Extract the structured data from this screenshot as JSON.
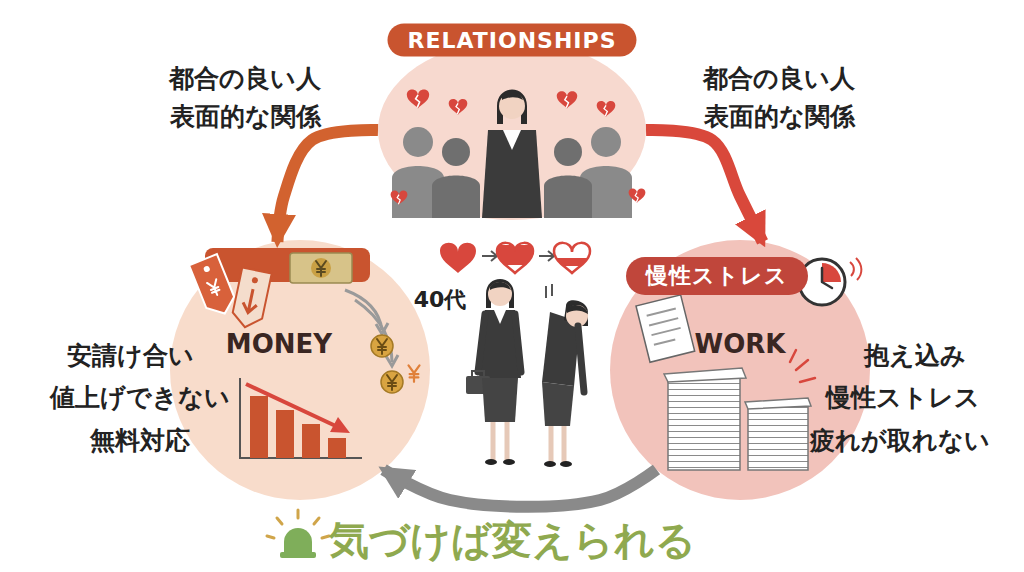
{
  "diagram": {
    "caption": "気づけば変えられる",
    "nodes": [
      {
        "text": [
          "RELATIONSHIPS"
        ]
      },
      {
        "text": [
          "MONEY"
        ]
      },
      {
        "text": [
          "慢性ストレス",
          "WORK"
        ]
      }
    ],
    "edges": [
      {
        "from": 0,
        "to": 1,
        "arrow": "to"
      },
      {
        "from": 0,
        "to": 2,
        "arrow": "to"
      },
      {
        "from": 2,
        "to": 1,
        "arrow": "to"
      }
    ],
    "labels": [
      "都合の良い人",
      "表面的な関係",
      "都合の良い人",
      "表面的な関係",
      "安請け合い",
      "値上げできない",
      "無料対応",
      "40代",
      "抱え込み",
      "慢性ストレス",
      "疲れが取れない"
    ]
  }
}
